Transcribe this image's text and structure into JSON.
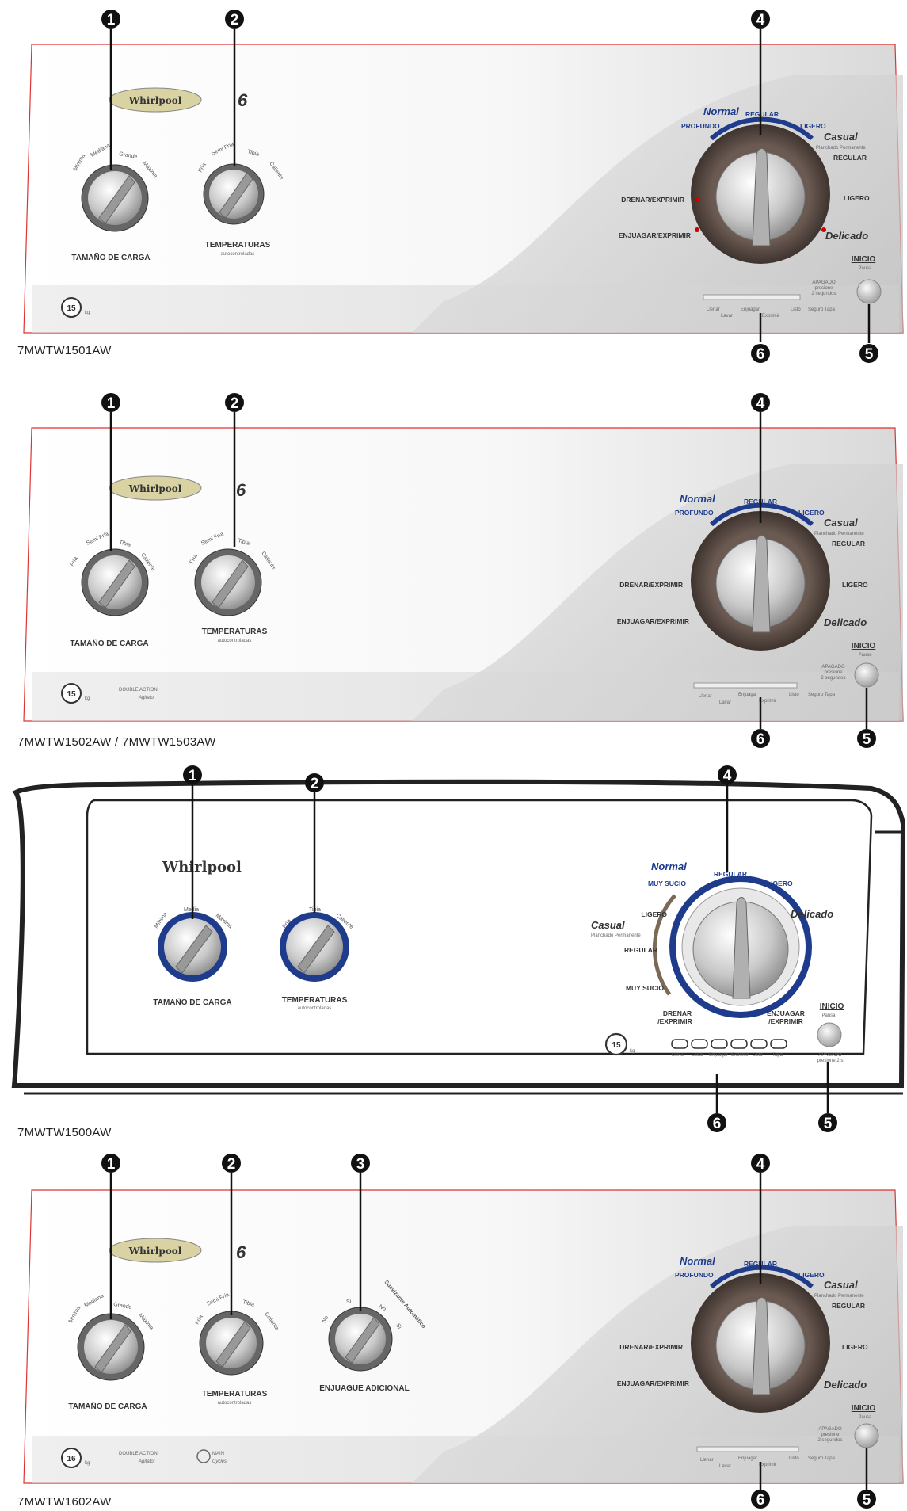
{
  "callouts": {
    "c1": "1",
    "c2": "2",
    "c3": "3",
    "c4": "4",
    "c5": "5",
    "c6": "6"
  },
  "panels": [
    {
      "model": "7MWTW1501AW",
      "brand": "Whirlpool",
      "badge": "6",
      "capacity": "15",
      "capacity_unit": "kg",
      "load_dial": {
        "title": "TAMAÑO DE CARGA",
        "positions": [
          "Mínima",
          "Mediana",
          "Grande",
          "Máxima"
        ]
      },
      "temp_dial": {
        "title": "TEMPERATURAS",
        "subtitle": "autocontroladas",
        "positions": [
          "Fría",
          "Semi Fría",
          "Tibia",
          "Caliente"
        ]
      },
      "cycle_dial": {
        "normal": "Normal",
        "profundo": "PROFUNDO",
        "regular": "REGULAR",
        "ligero": "LIGERO",
        "casual": "Casual",
        "casual_sub": "Planchado Permanente",
        "casual_regular": "REGULAR",
        "casual_ligero": "LIGERO",
        "delicado": "Delicado",
        "drenar": "DRENAR/EXPRIMIR",
        "enjuagar": "ENJUAGAR/EXPRIMIR"
      },
      "inicio": "INICIO",
      "pausa": "Pausa",
      "apagado": [
        "APAGADO",
        "presione",
        "2 segundos"
      ],
      "status": [
        "Llenar",
        "Lavar",
        "Enjuagar",
        "Exprimir",
        "Listo",
        "Seguro Tapa"
      ]
    },
    {
      "model": "7MWTW1502AW / 7MWTW1503AW",
      "brand": "Whirlpool",
      "badge": "6",
      "capacity": "15",
      "capacity_unit": "kg",
      "agitator_1": "DOUBLE ACTION",
      "agitator_2": "Agitator",
      "load_dial": {
        "title": "TAMAÑO DE CARGA",
        "positions": [
          "Fría",
          "Semi Fría",
          "Tibia",
          "Caliente"
        ]
      },
      "temp_dial": {
        "title": "TEMPERATURAS",
        "subtitle": "autocontroladas",
        "positions": [
          "Fría",
          "Semi Fría",
          "Tibia",
          "Caliente"
        ]
      },
      "cycle_dial": {
        "normal": "Normal",
        "profundo": "PROFUNDO",
        "regular": "REGULAR",
        "ligero": "LIGERO",
        "casual": "Casual",
        "casual_sub": "Planchado Permanente",
        "casual_regular": "REGULAR",
        "casual_ligero": "LIGERO",
        "delicado": "Delicado",
        "drenar": "DRENAR/EXPRIMIR",
        "enjuagar": "ENJUAGAR/EXPRIMIR"
      },
      "inicio": "INICIO",
      "pausa": "Pausa",
      "apagado": [
        "APAGADO",
        "presione",
        "2 segundos"
      ],
      "status": [
        "Llenar",
        "Lavar",
        "Enjuagar",
        "Exprimir",
        "Listo",
        "Seguro Tapa"
      ]
    },
    {
      "model": "7MWTW1500AW",
      "brand": "Whirlpool",
      "capacity": "15",
      "capacity_unit": "kg",
      "load_dial": {
        "title": "TAMAÑO DE CARGA",
        "positions": [
          "Mínima",
          "Media",
          "Máxima"
        ]
      },
      "temp_dial": {
        "title": "TEMPERATURAS",
        "subtitle": "autocontroladas",
        "positions": [
          "Fría",
          "Tibia",
          "Caliente"
        ]
      },
      "cycle_dial": {
        "normal": "Normal",
        "muy_sucio": "MUY SUCIO",
        "regular": "REGULAR",
        "ligero": "LIGERO",
        "delicado": "Delicado",
        "casual": "Casual",
        "casual_sub": "Planchado Permanente",
        "casual_ligero": "LIGERO",
        "casual_regular": "REGULAR",
        "casual_muy_sucio": "MUY SUCIO",
        "drenar_1": "DRENAR",
        "drenar_2": "/EXPRIMIR",
        "enjuagar_1": "ENJUAGAR",
        "enjuagar_2": "/EXPRIMIR"
      },
      "inicio": "INICIO",
      "pausa": "Pausa",
      "apagado": [
        "APAGADO",
        "presione 2 s"
      ],
      "status": [
        "Llenar",
        "Lavar",
        "Enjuagar",
        "Exprimir",
        "Listo",
        "Tapa"
      ]
    },
    {
      "model": "7MWTW1602AW",
      "brand": "Whirlpool",
      "badge": "6",
      "capacity": "16",
      "capacity_unit": "kg",
      "agitator_1": "DOUBLE ACTION",
      "agitator_2": "Agitator",
      "cycles_1": "MAIN",
      "cycles_2": "Cycles",
      "load_dial": {
        "title": "TAMAÑO DE CARGA",
        "positions": [
          "Mínima",
          "Mediana",
          "Grande",
          "Máxima"
        ]
      },
      "temp_dial": {
        "title": "TEMPERATURAS",
        "subtitle": "autocontroladas",
        "positions": [
          "Fría",
          "Semi Fría",
          "Tibia",
          "Caliente"
        ]
      },
      "rinse_dial": {
        "title": "ENJUAGUE ADICIONAL",
        "positions": [
          "No",
          "Sí",
          "No",
          "Sí"
        ],
        "arc_label": "Suavizante Automático"
      },
      "cycle_dial": {
        "normal": "Normal",
        "profundo": "PROFUNDO",
        "regular": "REGULAR",
        "ligero": "LIGERO",
        "casual": "Casual",
        "casual_sub": "Planchado Permanente",
        "casual_regular": "REGULAR",
        "casual_ligero": "LIGERO",
        "delicado": "Delicado",
        "drenar": "DRENAR/EXPRIMIR",
        "enjuagar": "ENJUAGAR/EXPRIMIR"
      },
      "inicio": "INICIO",
      "pausa": "Pausa",
      "apagado": [
        "APAGADO",
        "presione",
        "2 segundos"
      ],
      "status": [
        "Llenar",
        "Lavar",
        "Enjuagar",
        "Exprimir",
        "Listo",
        "Seguro Tapa"
      ]
    }
  ]
}
